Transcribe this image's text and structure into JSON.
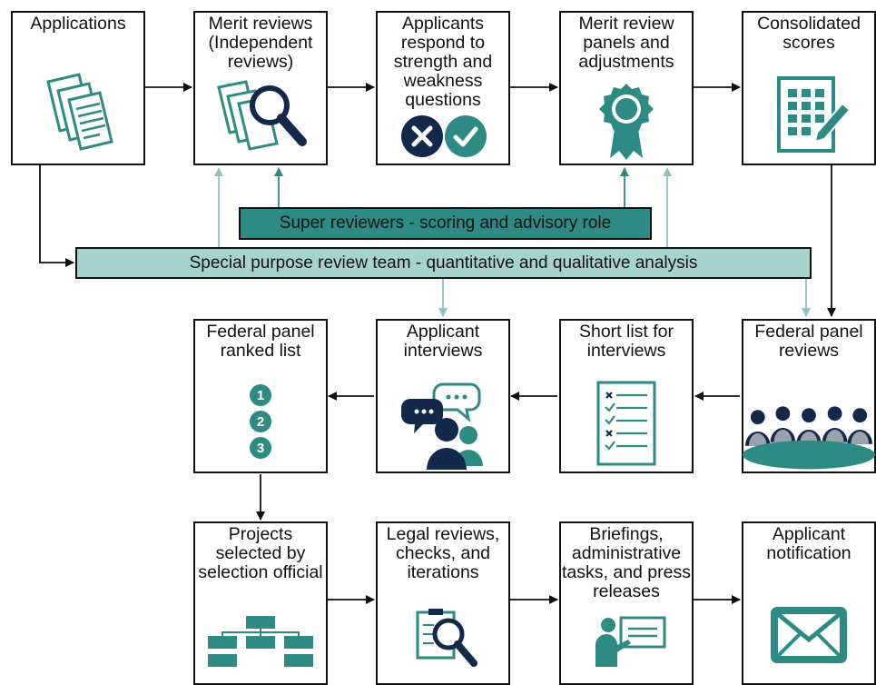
{
  "row1": [
    {
      "title": "Applications",
      "icon": "documents-icon"
    },
    {
      "title": "Merit reviews (Independent reviews)",
      "icon": "document-magnifier-icon"
    },
    {
      "title": "Applicants respond to strength and weakness questions",
      "icon": "x-and-check-icon"
    },
    {
      "title": "Merit review panels and adjustments",
      "icon": "award-ribbon-icon"
    },
    {
      "title": "Consolidated scores",
      "icon": "scoresheet-pen-icon"
    }
  ],
  "bars": {
    "super": "Super reviewers - scoring and advisory role",
    "special": "Special purpose review team - quantitative and qualitative analysis"
  },
  "row2": [
    {
      "title": "Federal panel ranked list",
      "icon": "numbered-list-icon",
      "numbers": [
        "1",
        "2",
        "3"
      ]
    },
    {
      "title": "Applicant interviews",
      "icon": "interview-icon"
    },
    {
      "title": "Short list for interviews",
      "icon": "checklist-icon"
    },
    {
      "title": "Federal panel reviews",
      "icon": "panel-people-icon"
    }
  ],
  "row3": [
    {
      "title": "Projects selected by selection official",
      "icon": "org-chart-icon"
    },
    {
      "title": "Legal reviews, checks, and iterations",
      "icon": "clipboard-magnifier-icon"
    },
    {
      "title": "Briefings, administrative tasks, and press releases",
      "icon": "presentation-icon"
    },
    {
      "title": "Applicant notification",
      "icon": "envelope-icon"
    }
  ],
  "colors": {
    "teal": "#2e8b83",
    "light_teal": "#a7d3cf",
    "navy": "#13294b",
    "line": "#111111",
    "light_line": "#8cc3bf"
  }
}
